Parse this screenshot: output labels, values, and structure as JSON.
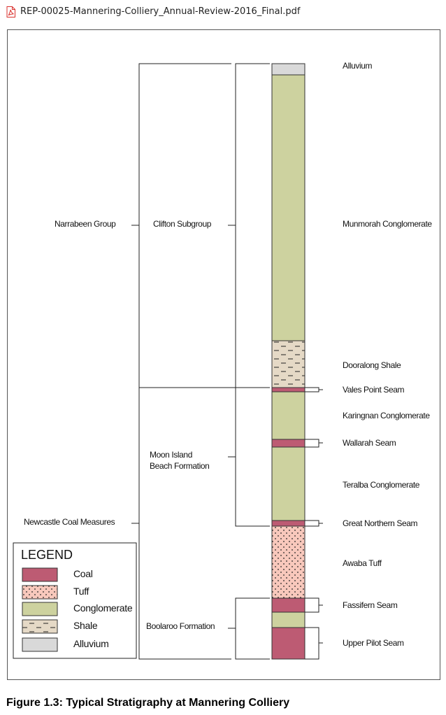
{
  "document": {
    "filename": "REP-00025-Mannering-Colliery_Annual-Review-2016_Final.pdf",
    "file_icon": "pdf-file-icon"
  },
  "groups": [
    {
      "label": "Narrabeen Group"
    },
    {
      "label": "Newcastle Coal Measures"
    }
  ],
  "subgroups": [
    {
      "label": "Clifton Subgroup"
    },
    {
      "label": "Moon Island Beach Formation"
    },
    {
      "label": "Boolaroo Formation"
    }
  ],
  "units": [
    {
      "label": "Alluvium",
      "lithology": "alluvium"
    },
    {
      "label": "Munmorah Conglomerate",
      "lithology": "conglomerate"
    },
    {
      "label": "Dooralong Shale",
      "lithology": "shale"
    },
    {
      "label": "Vales Point Seam",
      "lithology": "coal"
    },
    {
      "label": "Karingnan Conglomerate",
      "lithology": "conglomerate"
    },
    {
      "label": "Wallarah Seam",
      "lithology": "coal"
    },
    {
      "label": "Teralba Conglomerate",
      "lithology": "conglomerate"
    },
    {
      "label": "Great Northern Seam",
      "lithology": "coal"
    },
    {
      "label": "Awaba Tuff",
      "lithology": "tuff"
    },
    {
      "label": "Fassifern Seam",
      "lithology": "coal"
    },
    {
      "label": "Upper Pilot Seam",
      "lithology": "coal"
    }
  ],
  "legend": {
    "title": "LEGEND",
    "items": [
      {
        "label": "Coal",
        "lithology": "coal"
      },
      {
        "label": "Tuff",
        "lithology": "tuff"
      },
      {
        "label": "Conglomerate",
        "lithology": "conglomerate"
      },
      {
        "label": "Shale",
        "lithology": "shale"
      },
      {
        "label": "Alluvium",
        "lithology": "alluvium"
      }
    ]
  },
  "colors": {
    "coal": "#bd5b73",
    "tuff": "#f8c8bc",
    "conglomerate": "#cdd29f",
    "shale": "#e5d9c6",
    "alluvium": "#d9d9d9"
  },
  "caption": "Figure 1.3: Typical Stratigraphy at Mannering Colliery"
}
